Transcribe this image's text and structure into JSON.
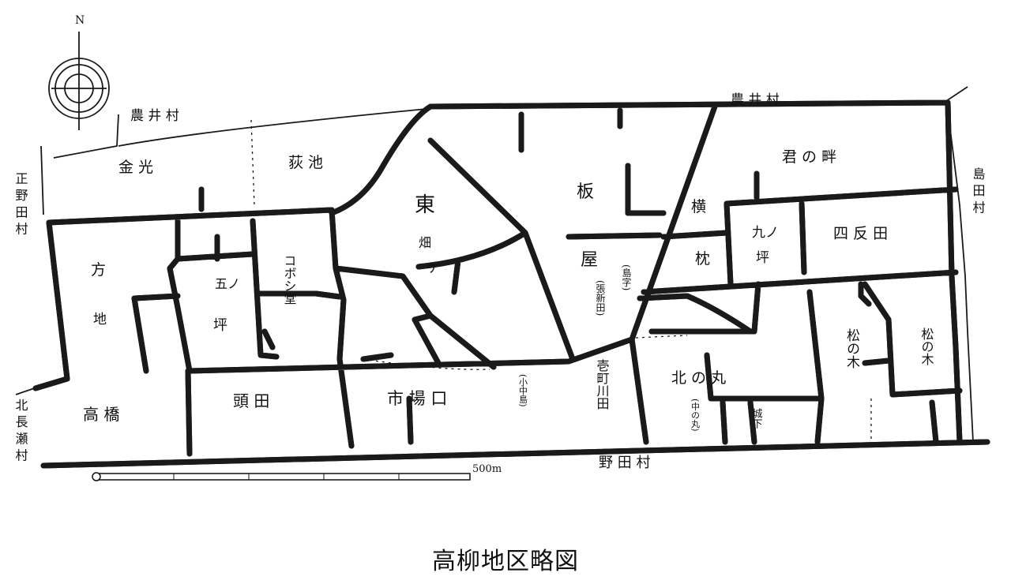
{
  "title": "高柳地区略図",
  "compass": {
    "north": "N"
  },
  "scale": {
    "label": "500m"
  },
  "neighbors": {
    "north": "農 井 村",
    "north_east": "農 井 村",
    "west": "正 野 田 村",
    "south_west": "北 長 瀬 村",
    "east": "島 田 村",
    "south": "野 田 村"
  },
  "areas": {
    "kinko": "金 光",
    "oike": "荻 池",
    "higashi": "東",
    "hatake": "畑",
    "ke": "ケ",
    "ita": "板",
    "ya": "屋",
    "yoko": "横",
    "makura": "枕",
    "kimi": "君 の 畔",
    "kyuno": "九ノ",
    "tsubo1": "坪",
    "shitanda": "四 反 田",
    "kata": "方",
    "chi": "地",
    "gonotsubo_top": "五ノ",
    "gonotsubo_bottom": "坪",
    "koboshi": "コボシ堂",
    "shiromasa": "(島字)",
    "shichodo": "(張新田)",
    "kitanomaru": "北 の 丸",
    "matsunoki_a": "松の木",
    "matsunoki_b": "松の木",
    "takahashi": "高 橋",
    "zuden": "頭 田",
    "ichiba": "市 場 口",
    "kojima": "(小中島)",
    "ichikawa": "壱町川田",
    "nakanomaru": "(中の丸)",
    "shiroshita": "城下"
  }
}
